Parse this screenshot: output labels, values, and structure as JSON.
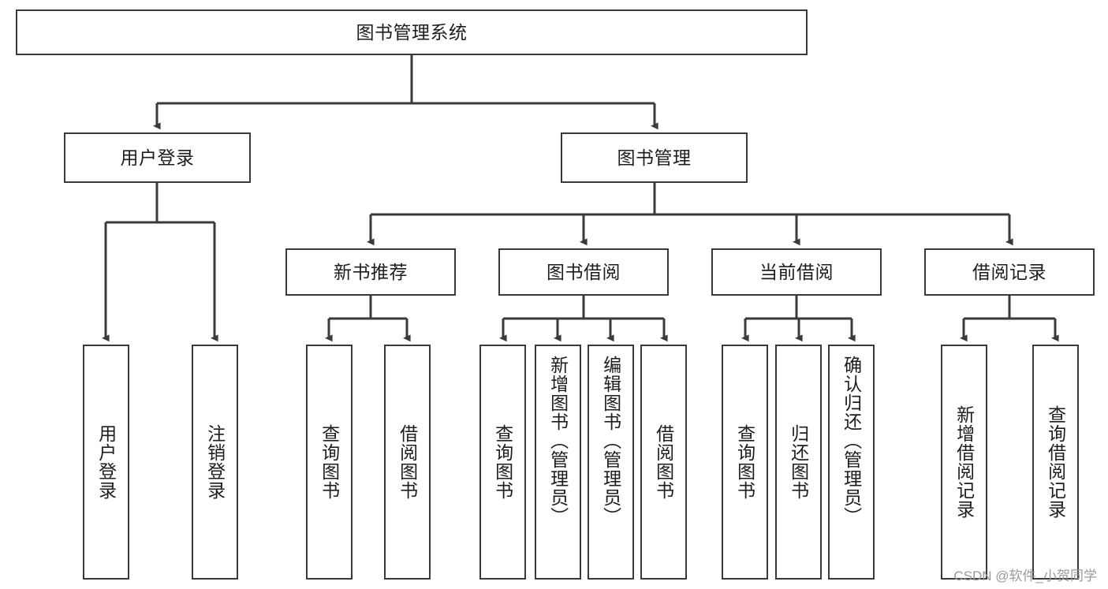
{
  "diagram": {
    "title": "图书管理系统",
    "type": "tree-hierarchy-diagram",
    "watermark": "CSDN @软件_小贺同学",
    "style": {
      "box_border_color": "#3a3a3a",
      "box_fill_color": "#ffffff",
      "edge_color": "#3a3a3a",
      "background_color": "#ffffff",
      "watermark_color": "#9a9a9a"
    }
  },
  "nodes": {
    "root": {
      "label": "图书管理系统"
    },
    "level2": [
      {
        "label": "用户登录"
      },
      {
        "label": "图书管理"
      }
    ],
    "level3": [
      {
        "label": "新书推荐"
      },
      {
        "label": "图书借阅"
      },
      {
        "label": "当前借阅"
      },
      {
        "label": "借阅记录"
      }
    ],
    "leaves": {
      "user_login": [
        {
          "label": "用户登录"
        },
        {
          "label": "注销登录"
        }
      ],
      "new_book_recommend": [
        {
          "label": "查询图书"
        },
        {
          "label": "借阅图书"
        }
      ],
      "book_borrow": [
        {
          "label": "查询图书"
        },
        {
          "label": "新增图书（管理员）"
        },
        {
          "label": "编辑图书（管理员）"
        },
        {
          "label": "借阅图书"
        }
      ],
      "current_borrow": [
        {
          "label": "查询图书"
        },
        {
          "label": "归还图书"
        },
        {
          "label": "确认归还（管理员）"
        }
      ],
      "borrow_record": [
        {
          "label": "新增借阅记录"
        },
        {
          "label": "查询借阅记录"
        }
      ]
    }
  }
}
